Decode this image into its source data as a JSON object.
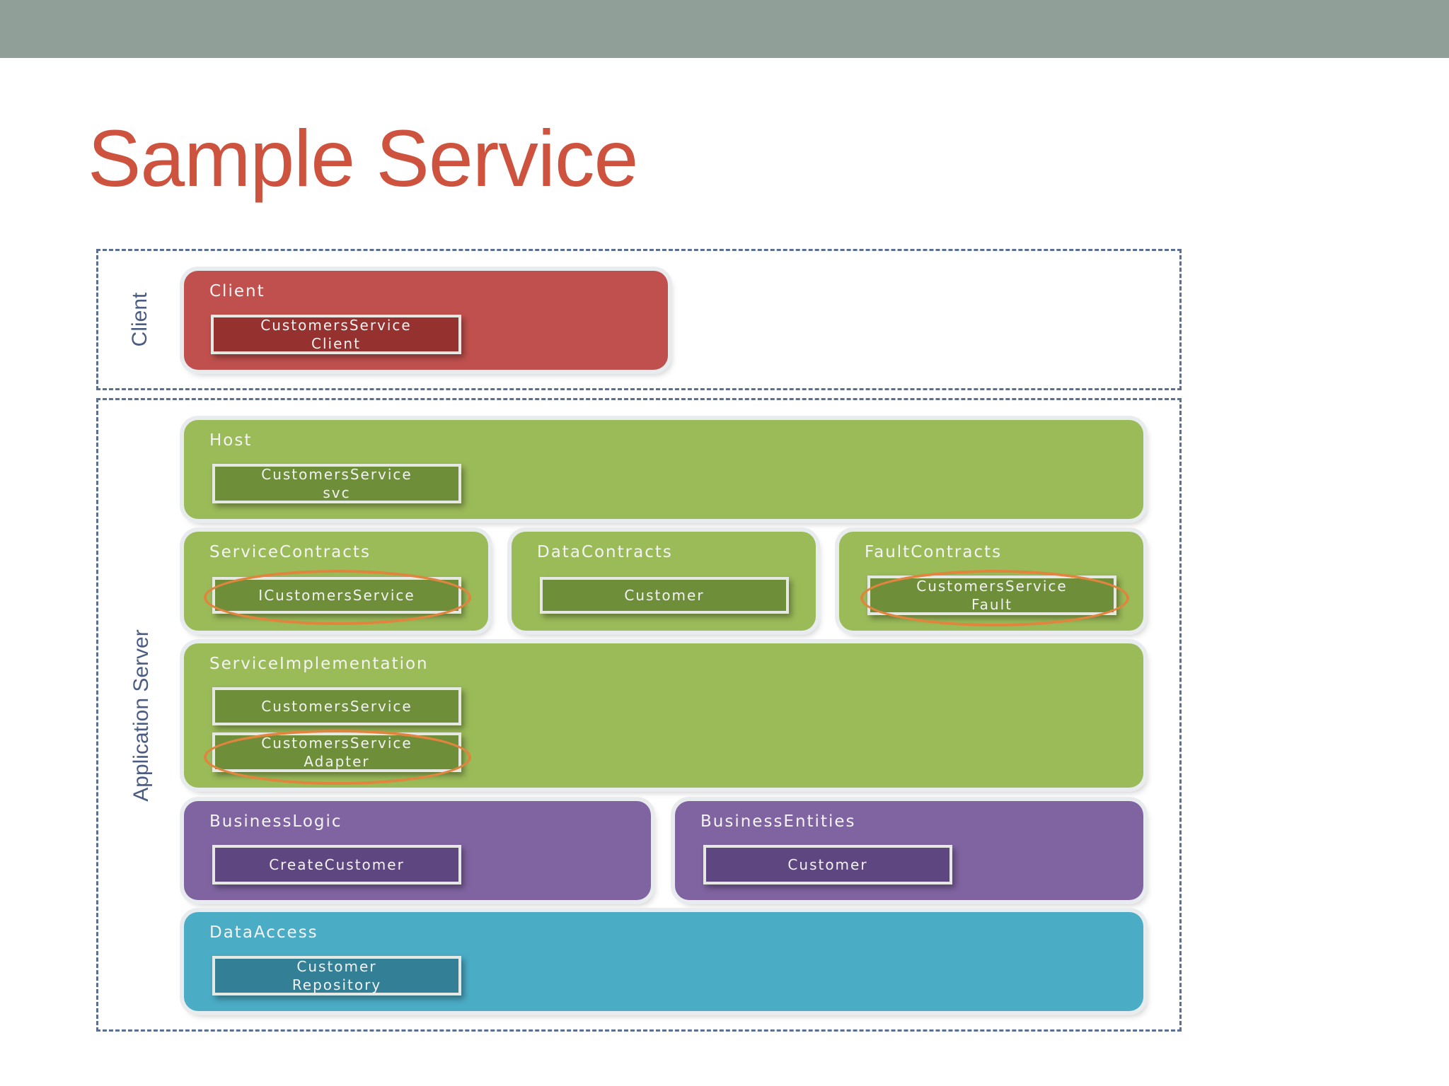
{
  "slide": {
    "title": "Sample Service"
  },
  "zones": {
    "client": "Client",
    "server": "Application Server"
  },
  "layers": {
    "client": {
      "title": "Client",
      "components": [
        "CustomersService\nClient"
      ]
    },
    "host": {
      "title": "Host",
      "components": [
        "CustomersService\nsvc"
      ]
    },
    "service_contracts": {
      "title": "ServiceContracts",
      "components": [
        "ICustomersService"
      ]
    },
    "data_contracts": {
      "title": "DataContracts",
      "components": [
        "Customer"
      ]
    },
    "fault_contracts": {
      "title": "FaultContracts",
      "components": [
        "CustomersService\nFault"
      ]
    },
    "service_implementation": {
      "title": "ServiceImplementation",
      "components": [
        "CustomersService",
        "CustomersService\nAdapter"
      ]
    },
    "business_logic": {
      "title": "BusinessLogic",
      "components": [
        "CreateCustomer"
      ]
    },
    "business_entities": {
      "title": "BusinessEntities",
      "components": [
        "Customer"
      ]
    },
    "data_access": {
      "title": "DataAccess",
      "components": [
        "Customer\nRepository"
      ]
    }
  },
  "colors": {
    "title": "#cd533f",
    "client": "#c0504d",
    "service": "#9bbb59",
    "business": "#8064a2",
    "data": "#4bacc6",
    "highlight": "#e0843e"
  }
}
